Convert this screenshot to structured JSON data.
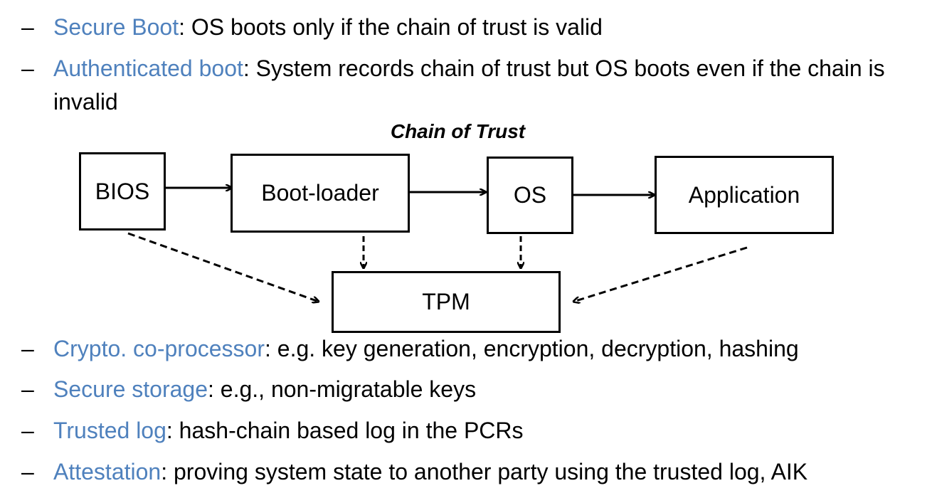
{
  "bullets_top": [
    {
      "dash": "–",
      "term": "Secure Boot",
      "text": ": OS boots only if the chain of trust is valid"
    },
    {
      "dash": "–",
      "term": "Authenticated boot",
      "text": ": System records chain of trust but OS boots even if the chain is invalid"
    }
  ],
  "diagram": {
    "title": "Chain of Trust",
    "boxes": {
      "bios": "BIOS",
      "bootloader": "Boot-loader",
      "os": "OS",
      "application": "Application",
      "tpm": "TPM"
    }
  },
  "bullets_bottom": [
    {
      "dash": "–",
      "term": "Crypto. co-processor",
      "text": ": e.g. key generation, encryption, decryption, hashing"
    },
    {
      "dash": "–",
      "term": "Secure storage",
      "text": ": e.g., non-migratable keys"
    },
    {
      "dash": "–",
      "term": "Trusted log",
      "text": ": hash-chain based log in the PCRs"
    },
    {
      "dash": "–",
      "term": "Attestation",
      "text": ": proving system state to another party using the trusted log, AIK"
    }
  ],
  "colors": {
    "term": "#4f81bd",
    "text": "#000000"
  }
}
